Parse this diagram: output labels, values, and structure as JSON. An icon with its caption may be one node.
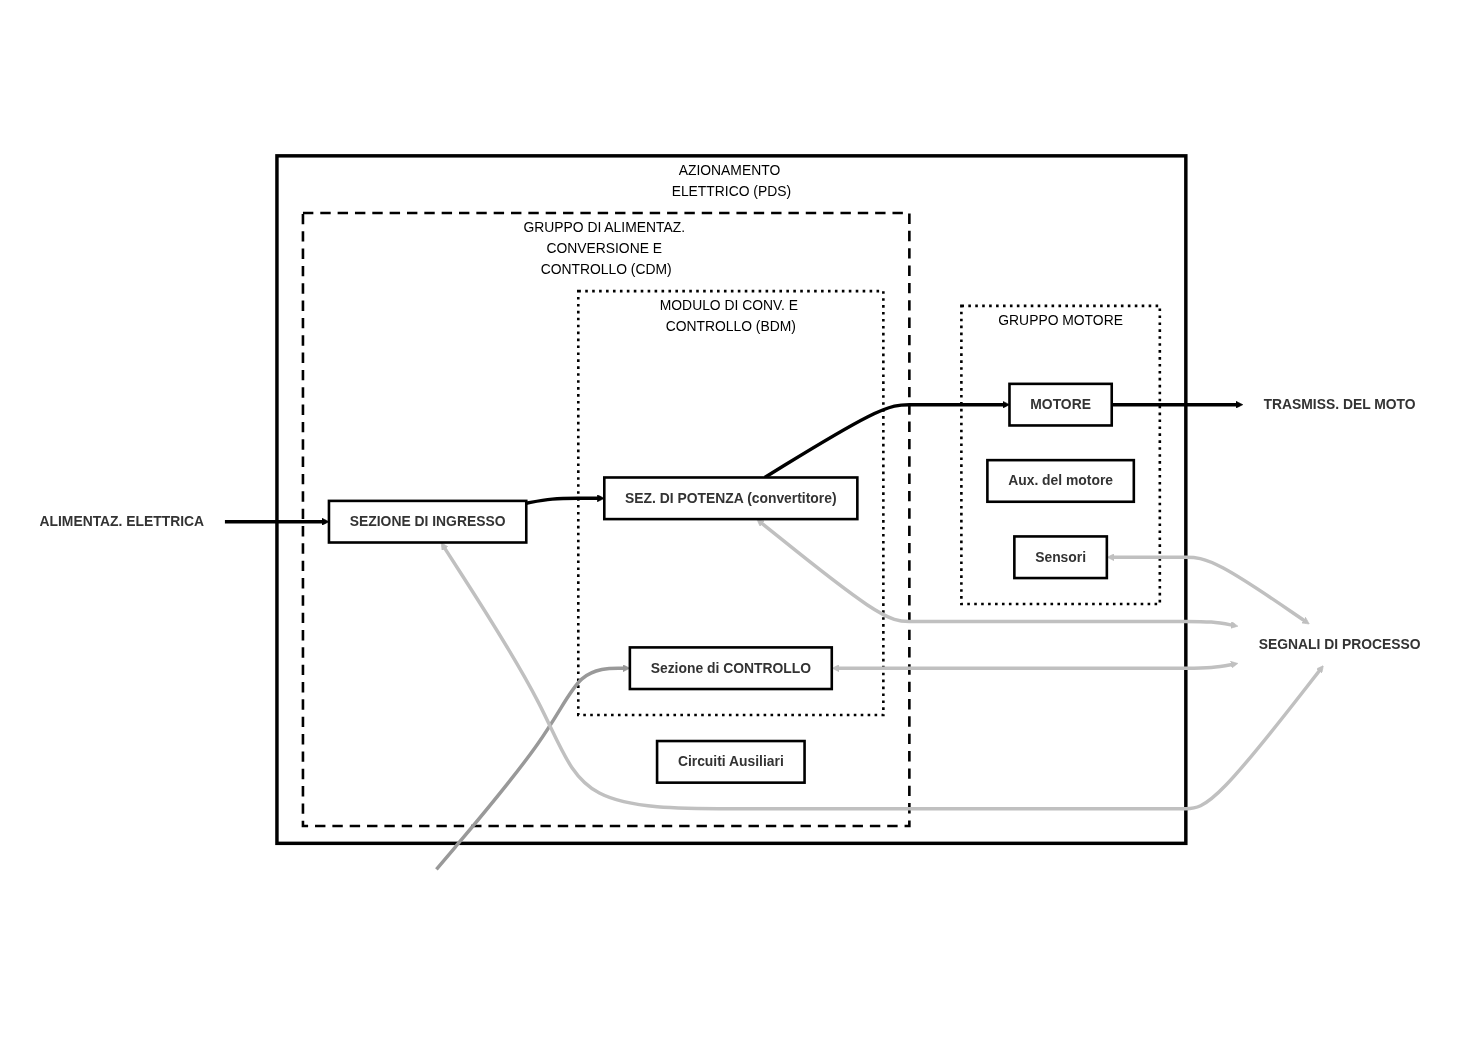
{
  "diagram": {
    "nodes": [
      {
        "text": [
          "AZIONAMENTO ELETTRICO (PDS)"
        ]
      },
      {
        "text": [
          "GRUPPO DI ALIMENTAZ. CONVERSIONE E CONTROLLO (CDM)"
        ],
        "in": 0
      },
      {
        "text": [
          "MODULO DI CONV. E CONTROLLO (BDM)"
        ],
        "in": 1
      },
      {
        "text": [
          "GRUPPO MOTORE"
        ],
        "in": 0
      },
      {
        "text": [
          "SEZIONE DI INGRESSO"
        ],
        "in": 1
      },
      {
        "text": [
          "SEZ. DI POTENZA (convertitore)"
        ],
        "in": 2
      },
      {
        "text": [
          "Sezione di CONTROLLO"
        ],
        "in": 2
      },
      {
        "text": [
          "Circuiti Ausiliari"
        ],
        "in": 1
      },
      {
        "text": [
          "MOTORE"
        ],
        "in": 3
      },
      {
        "text": [
          "Aux. del motore"
        ],
        "in": 3
      },
      {
        "text": [
          "Sensori"
        ],
        "in": 3
      },
      {
        "text": [
          "ALIMENTAZ. ELETTRICA"
        ]
      },
      {
        "text": [
          "TRASMISS. DEL MOTO"
        ]
      },
      {
        "text": [
          "SEGNALI DI PROCESSO"
        ]
      }
    ],
    "edges": [
      {
        "from": 11,
        "to": 4,
        "arrow": "to"
      },
      {
        "from": 4,
        "to": 5,
        "arrow": "to"
      },
      {
        "from": 5,
        "to": 8,
        "arrow": "to"
      },
      {
        "from": 8,
        "to": 12,
        "arrow": "to"
      },
      {
        "from": null,
        "to": 6,
        "arrow": "to",
        "color": "#999999"
      },
      {
        "from": 4,
        "to": 13,
        "arrow": "both",
        "color": "#c0c0c0"
      },
      {
        "from": 5,
        "to": 13,
        "arrow": "both",
        "color": "#c0c0c0"
      },
      {
        "from": 6,
        "to": 13,
        "arrow": "both",
        "color": "#c0c0c0"
      },
      {
        "from": 10,
        "to": 13,
        "arrow": "both",
        "color": "#c0c0c0"
      }
    ]
  }
}
